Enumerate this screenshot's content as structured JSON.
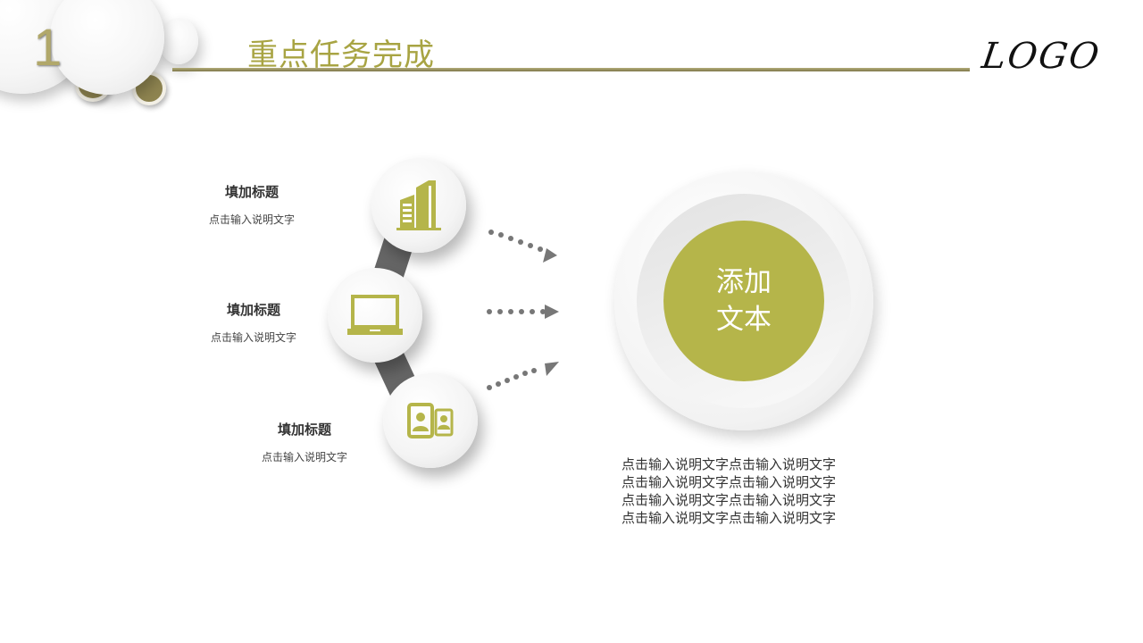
{
  "header": {
    "number": "1",
    "title": "重点任务完成",
    "logo": "LOGO"
  },
  "items": [
    {
      "title": "填加标题",
      "desc": "点击输入说明文字",
      "icon": "building-icon"
    },
    {
      "title": "填加标题",
      "desc": "点击输入说明文字",
      "icon": "laptop-icon"
    },
    {
      "title": "填加标题",
      "desc": "点击输入说明文字",
      "icon": "contacts-phone-icon"
    }
  ],
  "center": {
    "line1": "添加",
    "line2": "文本"
  },
  "paragraph": [
    "点击输入说明文字点击输入说明文字",
    "点击输入说明文字点击输入说明文字",
    "点击输入说明文字点击输入说明文字",
    "点击输入说明文字点击输入说明文字"
  ],
  "colors": {
    "accent": "#b5b54a",
    "gold": "#8e8450",
    "title": "#a8a443"
  }
}
